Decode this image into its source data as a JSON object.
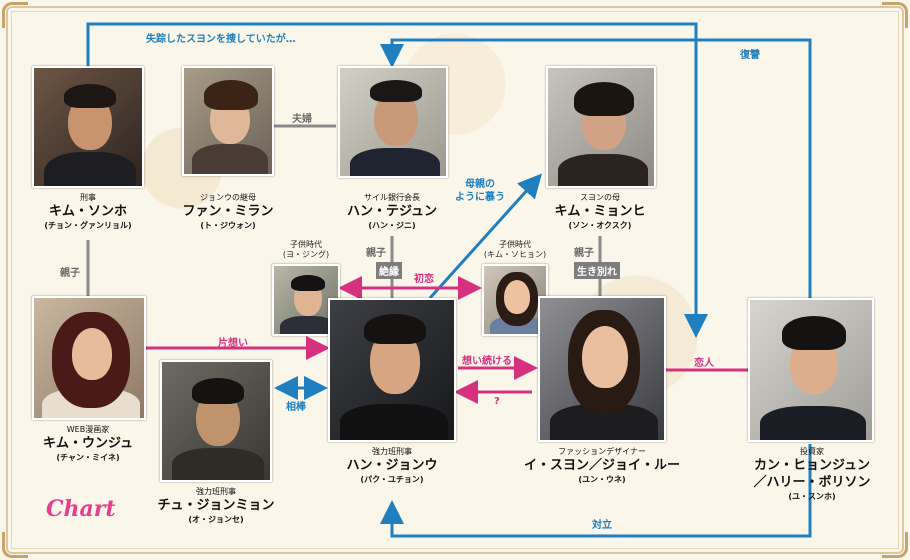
{
  "logo": "Chart",
  "people": {
    "kim_sonho": {
      "role": "刑事",
      "name": "キム・ソンホ",
      "actor": "(チョン・グァンリョル)"
    },
    "fan_miran": {
      "role": "ジョンウの継母",
      "name": "ファン・ミラン",
      "actor": "(ト・ジウォン)"
    },
    "han_tejun": {
      "role": "サイル銀行会長",
      "name": "ハン・テジュン",
      "actor": "(ハン・ジニ)"
    },
    "kim_myonhi": {
      "role": "スヨンの母",
      "name": "キム・ミョンヒ",
      "actor": "(ソン・オクスク)"
    },
    "kim_unju": {
      "role": "WEB漫画家",
      "name": "キム・ウンジュ",
      "actor": "(チャン・ミイネ)"
    },
    "chu_jonmin": {
      "role": "強力班刑事",
      "name": "チュ・ジョンミョン",
      "actor": "(オ・ジョンセ)"
    },
    "han_jonu": {
      "role": "強力班刑事",
      "name": "ハン・ジョンウ",
      "actor": "(パク・ユチョン)"
    },
    "i_suyon": {
      "role": "ファッションデザイナー",
      "name": "イ・スヨン／ジョイ・ルー",
      "actor": "(ユン・ウネ)"
    },
    "kan_hyonjun": {
      "role": "投資家",
      "name1": "カン・ヒョンジュン",
      "name2": "／ハリー・ボリソン",
      "actor": "(ユ・スンホ)"
    }
  },
  "children": {
    "young_jonu": {
      "title": "子供時代",
      "actor": "(ヨ・ジング)"
    },
    "young_suyon": {
      "title": "子供時代",
      "actor": "(キム・ソヒョン)"
    }
  },
  "relations": {
    "top_search": "失踪したスヨンを捜していたが…",
    "revenge": "復讐",
    "couple": "夫婦",
    "mother_like": "母親の\nように慕う",
    "parent_child_left": "親子",
    "parent_child_tejun": "親子",
    "disowned": "絶縁",
    "parent_child_myonhi": "親子",
    "separated": "生き別れ",
    "first_love": "初恋",
    "unrequited": "片想い",
    "partner": "相棒",
    "still_loving": "想い続ける",
    "question": "?",
    "lover": "恋人",
    "conflict": "対立"
  },
  "colors": {
    "blue": "#1f7fbf",
    "pink": "#d6317f",
    "gray": "#8a8a8a",
    "background": "#fbf6ea"
  }
}
